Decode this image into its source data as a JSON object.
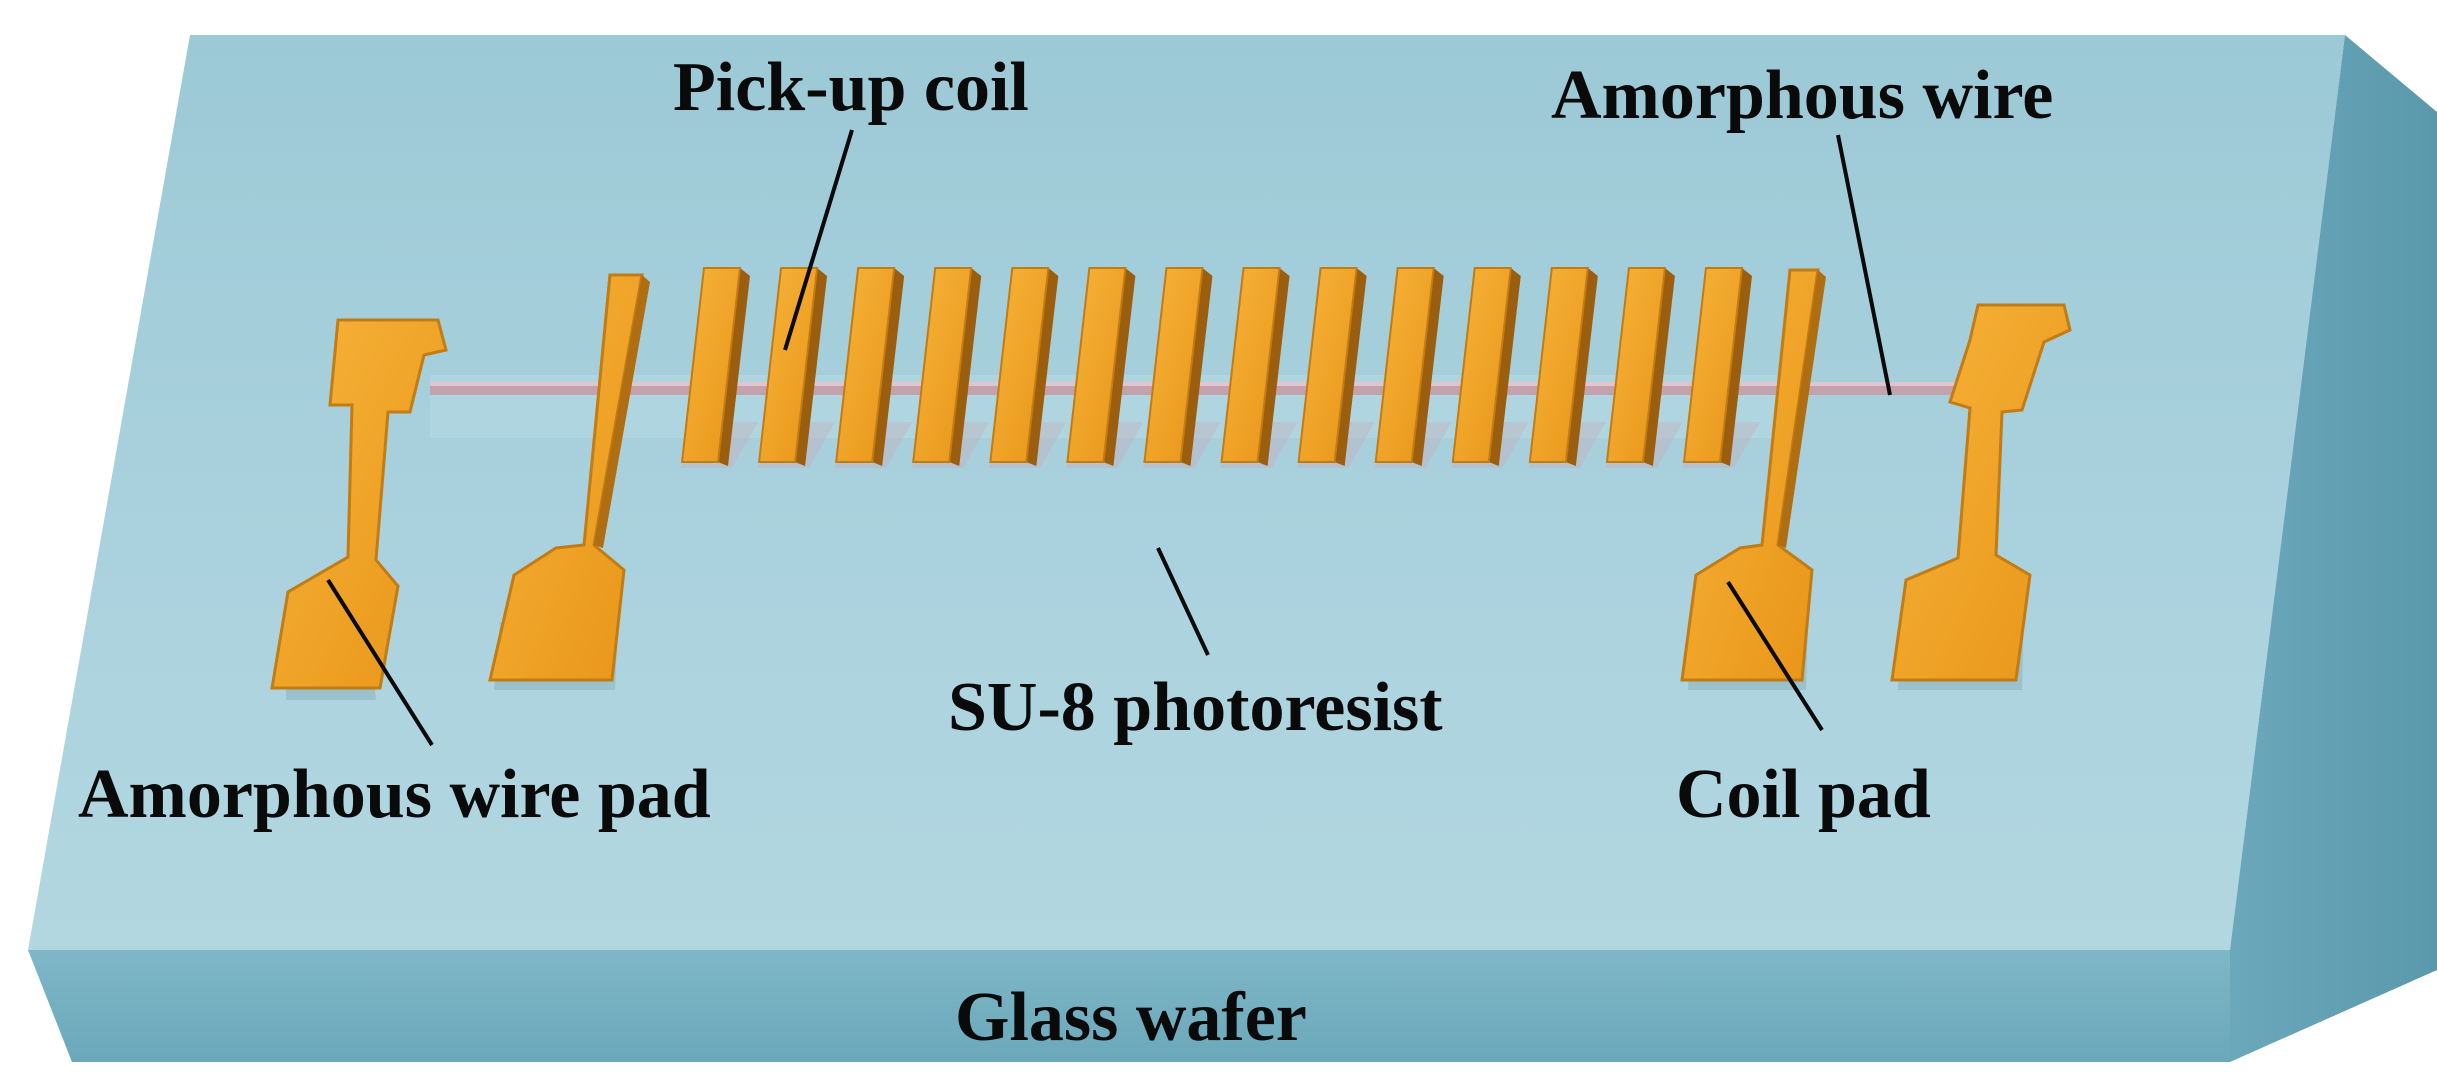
{
  "labels": {
    "pickup_coil": "Pick-up coil",
    "amorphous_wire": "Amorphous wire",
    "su8_photoresist": "SU-8 photoresist",
    "amorphous_wire_pad": "Amorphous wire pad",
    "coil_pad": "Coil pad",
    "glass_wafer": "Glass wafer"
  },
  "components": {
    "coil_turns": 14,
    "wire_pads": 2,
    "coil_pads": 2
  },
  "colors": {
    "glass_top": "#a9d0dc",
    "glass_front": "#6fabbd",
    "glass_side": "#5f9db1",
    "gold": "#f2a126",
    "gold_dark": "#b06e12",
    "wire": "#c9a6b0",
    "text": "#0a0a0a"
  }
}
